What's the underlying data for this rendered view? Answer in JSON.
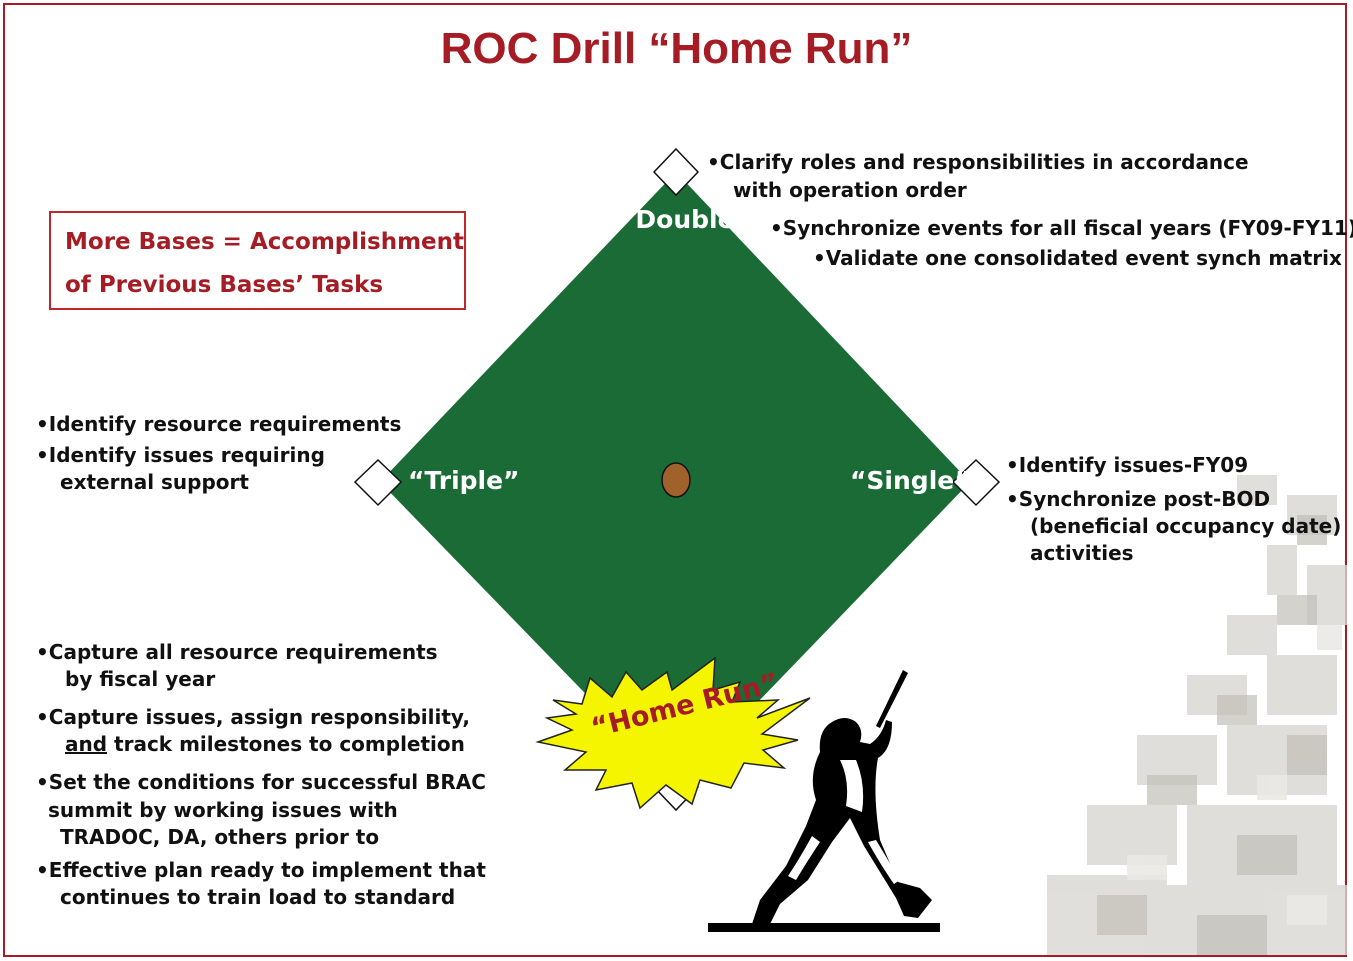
{
  "title": "ROC Drill “Home Run”",
  "callout": {
    "line1": "More Bases = Accomplishment",
    "line2": "of Previous Bases’ Tasks"
  },
  "bases": {
    "double": "“Double”",
    "triple": "“Triple”",
    "single": "“Single”",
    "home_run": "“Home Run”"
  },
  "notes": {
    "double": [
      "•Clarify roles and responsibilities in accordance",
      "with operation order",
      "•Synchronize events for all fiscal years (FY09-FY11)",
      "•Validate one consolidated event synch matrix"
    ],
    "triple": [
      "•Identify resource requirements",
      "•Identify issues requiring",
      "external support"
    ],
    "single": [
      "•Identify issues-FY09",
      "•Synchronize post-BOD",
      "(beneficial occupancy date)",
      "activities"
    ],
    "home": {
      "l1": "•Capture all resource requirements",
      "l2": "by fiscal year",
      "l3": "•Capture issues, assign responsibility,",
      "l4_and": "and",
      "l4_rest": " track milestones to completion",
      "l5": "•Set the conditions for successful BRAC",
      "l6": "summit by working issues with",
      "l7": "TRADOC, DA, others prior to",
      "l8": "•Effective plan ready to implement that",
      "l9": "continues to train load to standard"
    }
  },
  "colors": {
    "title": "#a51c24",
    "field": "#1a6b36",
    "pitcher_mound": "#a0612a",
    "starburst": "#f5f500"
  },
  "icons": [
    "base-icon",
    "pitchers-mound-icon",
    "starburst-icon",
    "batter-silhouette-icon"
  ]
}
